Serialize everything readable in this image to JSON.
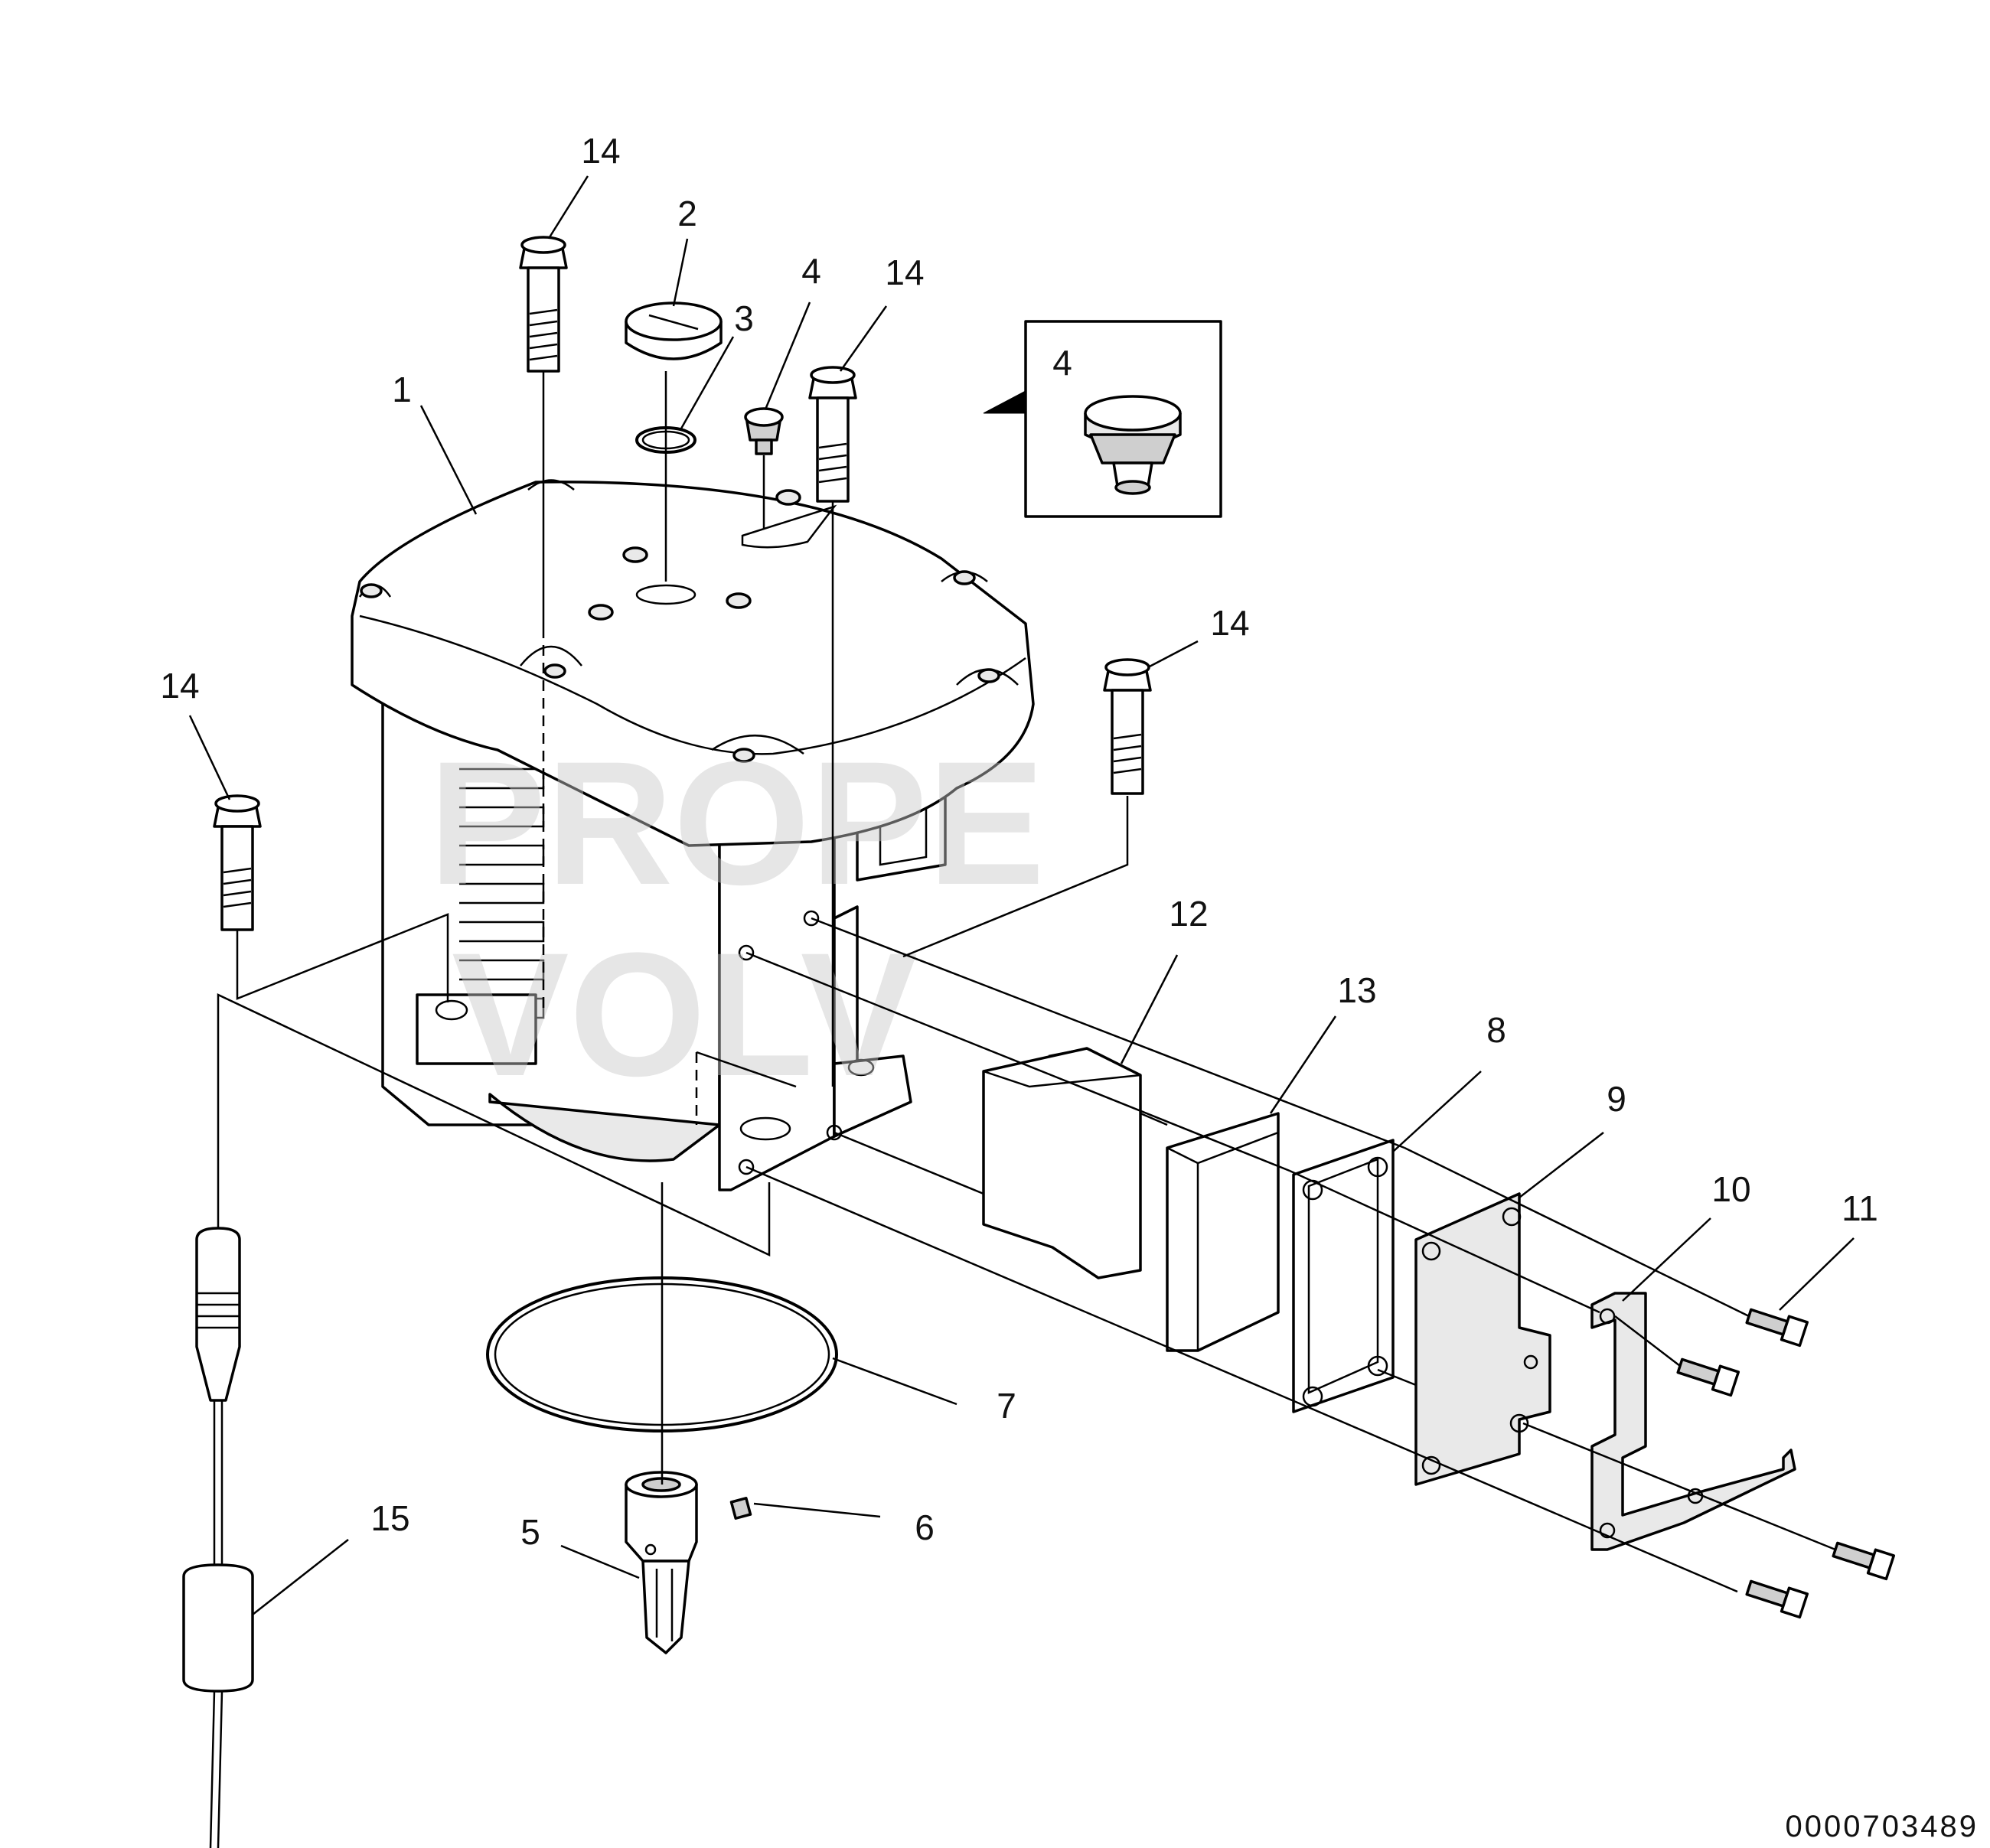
{
  "callouts": [
    {
      "id": "1",
      "label": "1"
    },
    {
      "id": "2",
      "label": "2"
    },
    {
      "id": "3",
      "label": "3"
    },
    {
      "id": "4a",
      "label": "4"
    },
    {
      "id": "4b",
      "label": "4"
    },
    {
      "id": "5",
      "label": "5"
    },
    {
      "id": "6",
      "label": "6"
    },
    {
      "id": "7",
      "label": "7"
    },
    {
      "id": "8",
      "label": "8"
    },
    {
      "id": "9",
      "label": "9"
    },
    {
      "id": "10",
      "label": "10"
    },
    {
      "id": "11",
      "label": "11"
    },
    {
      "id": "12",
      "label": "12"
    },
    {
      "id": "13",
      "label": "13"
    },
    {
      "id": "14a",
      "label": "14"
    },
    {
      "id": "14b",
      "label": "14"
    },
    {
      "id": "14c",
      "label": "14"
    },
    {
      "id": "14d",
      "label": "14"
    },
    {
      "id": "15",
      "label": "15"
    }
  ],
  "watermark": {
    "line1": "PROPE",
    "line2": "VOLV"
  },
  "document_number": "0000703489"
}
